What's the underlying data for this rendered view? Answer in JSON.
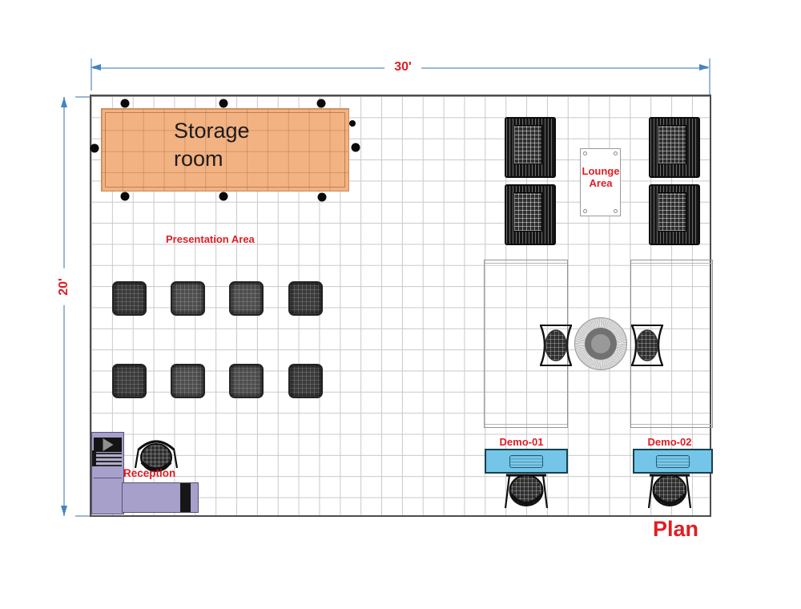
{
  "page": {
    "title": "Plan"
  },
  "dimensions": {
    "width": {
      "label": "30'"
    },
    "height": {
      "label": "20'"
    }
  },
  "rooms": {
    "storage": {
      "label": "Storage room"
    },
    "presentation": {
      "label": "Presentation Area",
      "seat_count": 8
    },
    "lounge": {
      "label": "Lounge Area",
      "armchair_count": 4,
      "table_count": 1
    },
    "meeting": {
      "round_table_count": 1,
      "stool_count": 2
    },
    "reception": {
      "label": "Reception"
    },
    "demo_stations": [
      {
        "label": "Demo-01"
      },
      {
        "label": "Demo-02"
      }
    ]
  },
  "colors": {
    "label_red": "#e01d23",
    "dim_blue_line": "#9ab7d6",
    "dim_blue_arrow": "#4384c4",
    "storage_orange": "#f3b282",
    "storage_border": "#c98c55",
    "demo_blue": "#74c5e7",
    "demo_blue_border": "#16414f",
    "reception_purple": "#a7a0ca",
    "grid_gray": "#c9c9c9",
    "wall_gray": "#4d4d4d",
    "furniture_dark": "#2d2d2d"
  }
}
